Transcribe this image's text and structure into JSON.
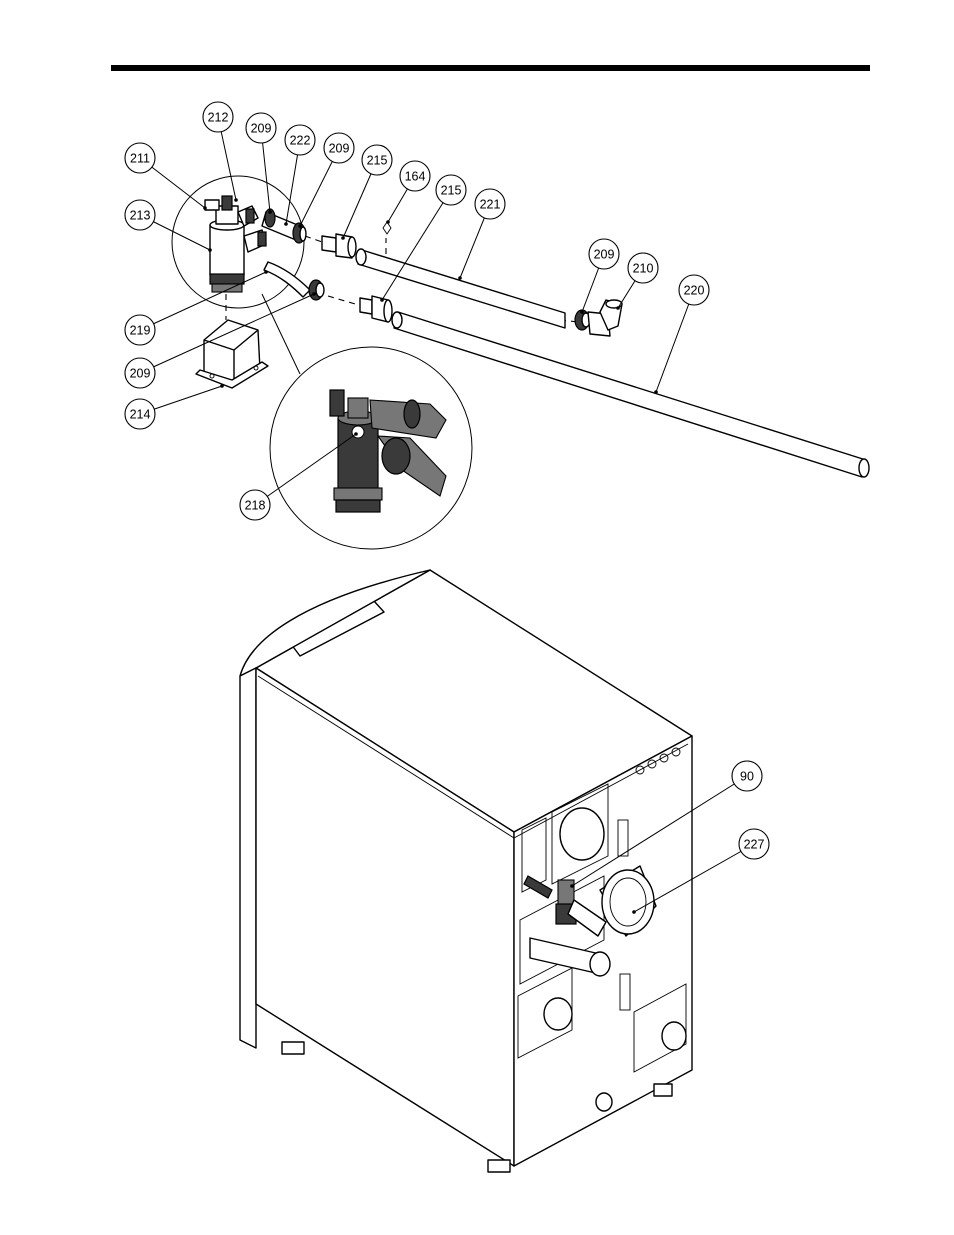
{
  "callouts": [
    {
      "id": "c211",
      "label": "211"
    },
    {
      "id": "c212",
      "label": "212"
    },
    {
      "id": "c209a",
      "label": "209"
    },
    {
      "id": "c222",
      "label": "222"
    },
    {
      "id": "c209b",
      "label": "209"
    },
    {
      "id": "c215a",
      "label": "215"
    },
    {
      "id": "c164",
      "label": "164"
    },
    {
      "id": "c215b",
      "label": "215"
    },
    {
      "id": "c221",
      "label": "221"
    },
    {
      "id": "c213",
      "label": "213"
    },
    {
      "id": "c209c",
      "label": "209"
    },
    {
      "id": "c210",
      "label": "210"
    },
    {
      "id": "c220",
      "label": "220"
    },
    {
      "id": "c219",
      "label": "219"
    },
    {
      "id": "c209d",
      "label": "209"
    },
    {
      "id": "c214",
      "label": "214"
    },
    {
      "id": "c218",
      "label": "218"
    },
    {
      "id": "c90",
      "label": "90"
    },
    {
      "id": "c227",
      "label": "227"
    }
  ]
}
